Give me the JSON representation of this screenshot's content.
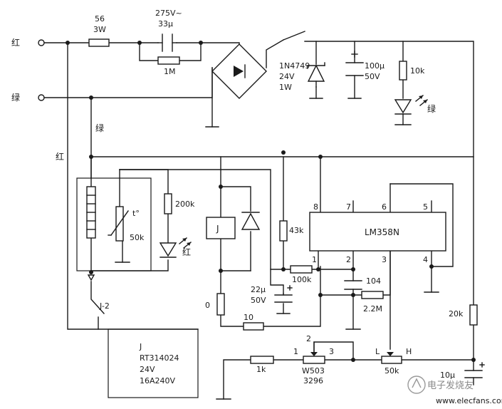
{
  "terminals": {
    "red": "红",
    "green": "绿"
  },
  "wire_labels": {
    "green": "绿",
    "red": "红"
  },
  "r_series": {
    "value": "56",
    "power": "3W"
  },
  "cap_input": {
    "voltage": "275V~",
    "value": "33μ"
  },
  "r_bleed": {
    "value": "1M"
  },
  "zener": {
    "part": "1N4749",
    "voltage": "24V",
    "power": "1W"
  },
  "cap_filter": {
    "value": "100μ",
    "voltage": "50V"
  },
  "r_led_green": {
    "value": "10k"
  },
  "led_green_label": "绿",
  "thermistor": {
    "symbol": "t°",
    "value": "50k"
  },
  "r_led_red": {
    "value": "200k"
  },
  "led_red_label": "红",
  "relay_coil": {
    "label": "J"
  },
  "r_43k": {
    "value": "43k"
  },
  "ic": {
    "part": "LM358N",
    "pins": {
      "p1": "1",
      "p2": "2",
      "p3": "3",
      "p4": "4",
      "p5": "5",
      "p6": "6",
      "p7": "7",
      "p8": "8"
    }
  },
  "r_100k": {
    "value": "100k"
  },
  "cap_104": {
    "value": "104"
  },
  "r_2m2": {
    "value": "2.2M"
  },
  "cap_22u": {
    "value": "22μ",
    "voltage": "50V"
  },
  "r_0": {
    "value": "0"
  },
  "r_10": {
    "value": "10"
  },
  "r_20k": {
    "value": "20k"
  },
  "switch_j2": {
    "label": "J-2"
  },
  "relay_box": {
    "line1": "J",
    "line2": "RT314024",
    "line3": "24V",
    "line4": "16A240V"
  },
  "r_1k": {
    "value": "1k"
  },
  "pot_w503": {
    "pin1": "1",
    "pin2": "2",
    "pin3": "3",
    "name": "W503",
    "part": "3296"
  },
  "pot_50k": {
    "L": "L",
    "H": "H",
    "value": "50k"
  },
  "cap_10u": {
    "value": "10μ"
  },
  "watermark": {
    "text": "电子发烧友",
    "url": "www.elecfans.com"
  }
}
